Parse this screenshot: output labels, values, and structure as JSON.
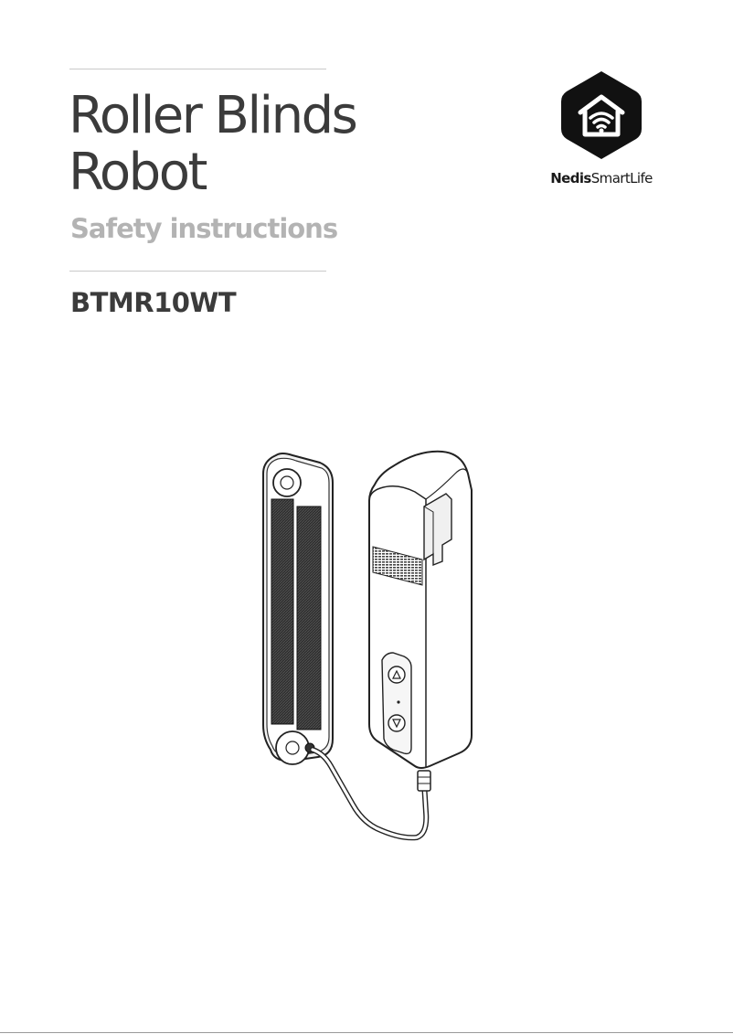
{
  "cover": {
    "title_line1": "Roller Blinds",
    "title_line2": "Robot",
    "subtitle": "Safety instructions",
    "model": "BTMR10WT"
  },
  "brand": {
    "name_part1": "Nedis",
    "name_part2": "SmartLife",
    "logo_icon": "house-wifi-icon",
    "logo_color": "#111111"
  },
  "illustration": {
    "icon": "roller-blinds-robot-with-solar-panel"
  },
  "colors": {
    "title": "#3b3b3b",
    "subtitle": "#b3b3b3",
    "rule": "#c9c9c9"
  }
}
